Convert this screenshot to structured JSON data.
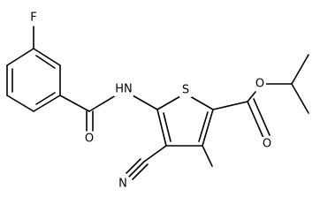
{
  "molecule": {
    "atom_labels": {
      "fluorine": "F",
      "amide_nitrogen": "HN",
      "amide_oxygen": "O",
      "thiophene_sulfur": "S",
      "ester_oxygen_single": "O",
      "ester_oxygen_double": "O",
      "nitrile_nitrogen": "N"
    }
  }
}
